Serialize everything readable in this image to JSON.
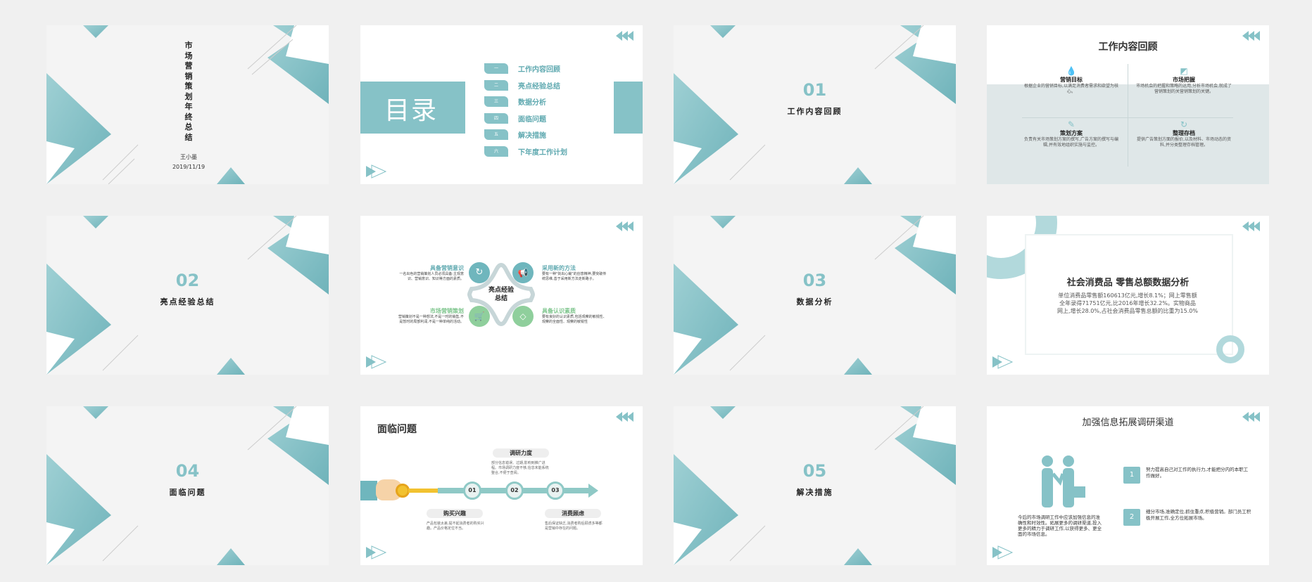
{
  "colors": {
    "accent": "#86c2c7",
    "accent_dark": "#5fa9b0",
    "green": "#8fcf9c",
    "panel": "#dfe7e8",
    "bg": "#f0f0f0"
  },
  "slides": [
    {
      "id": 1,
      "type": "cover",
      "title_chars": [
        "市",
        "场",
        "营",
        "销",
        "策",
        "划",
        "年",
        "终",
        "总",
        "结"
      ],
      "author": "王小墨",
      "date": "2019/11/19"
    },
    {
      "id": 2,
      "type": "toc",
      "heading": "目录",
      "items": [
        {
          "num": "一",
          "label": "工作内容回顾"
        },
        {
          "num": "二",
          "label": "亮点经验总结"
        },
        {
          "num": "三",
          "label": "数据分析"
        },
        {
          "num": "四",
          "label": "面临问题"
        },
        {
          "num": "五",
          "label": "解决措施"
        },
        {
          "num": "六",
          "label": "下年度工作计划"
        }
      ]
    },
    {
      "id": 3,
      "type": "section",
      "number": "01",
      "title": "工作内容回顾"
    },
    {
      "id": 4,
      "type": "content",
      "title": "工作内容回顾",
      "cells": [
        {
          "icon": "drop-icon",
          "title": "营销目标",
          "text": "根据企业的营销目标,以满足消费者需求和欲望为核心。"
        },
        {
          "icon": "chart-icon",
          "title": "市场把握",
          "text": "市场机会的把握和策略的运用,分析市场机会,就成了营销策划的关营销策划的关键。"
        },
        {
          "icon": "brush-icon",
          "title": "策划方案",
          "text": "负责有关市场策划方案的撰写,广告方案的撰写与编辑,并有效地组织实施与监控。"
        },
        {
          "icon": "refresh-icon",
          "title": "整理存档",
          "text": "提供广告策划方面的报价,以及材料、市场动态的资料,并分类整理存档管理。"
        }
      ]
    },
    {
      "id": 5,
      "type": "section",
      "number": "02",
      "title": "亮点经验总结"
    },
    {
      "id": 6,
      "type": "content",
      "center": "亮点经验\n总结",
      "center_l1": "亮点经验",
      "center_l2": "总结",
      "items": [
        {
          "title": "具备营销意识",
          "text": "一名出色的营销策划人员必须具备:主观意识、营销意识、知识等方面的素质。",
          "color": "#6fb6bd",
          "icon": "refresh-icon"
        },
        {
          "title": "采用新的方法",
          "text": "要有一种\"剑出心裁\"的创意精神,要突破传统思维,善于采用新方法走新路子。",
          "color": "#6fb6bd",
          "icon": "megaphone-icon"
        },
        {
          "title": "市场营销策划",
          "text": "营销策划不是一种想法,不是一时的销售,不是暂时的局部利润,不是一种单纯的活动。",
          "color": "#7cc48b",
          "icon": "cart-icon"
        },
        {
          "title": "具备认识素质",
          "text": "要有良好的认识素质,包括观察的敏锐性、观察的全面性、观察的敏锐性",
          "color": "#7cc48b",
          "icon": "diamond-icon"
        }
      ]
    },
    {
      "id": 7,
      "type": "section",
      "number": "03",
      "title": "数据分析"
    },
    {
      "id": 8,
      "type": "content",
      "title": "社会消费品 零售总额数据分析",
      "paragraph": "单位消费品零售额160613亿元,增长8.1%；网上零售额全年录得71751亿元,比2016年增长32.2%。实物商品网上,增长28.0%,占社会消费品零售总额的比重为15.0%"
    },
    {
      "id": 9,
      "type": "section",
      "number": "04",
      "title": "面临问题"
    },
    {
      "id": 10,
      "type": "content",
      "title": "面临问题",
      "steps": [
        {
          "num": "01",
          "label": "购买兴趣",
          "text": "产品包装太差,提不起消费者的购买兴趣。产品价格定位不当。"
        },
        {
          "num": "02",
          "label": "调研力度",
          "text": "部分信息错误、过期,影响到推广进程。市场调研力度不够,信息未能系统整合,不便于查阅。"
        },
        {
          "num": "03",
          "label": "消费顾虑",
          "text": "售后保证缺乏,消费者购后顾虑多等都是营销中存在的问题。"
        }
      ]
    },
    {
      "id": 11,
      "type": "section",
      "number": "05",
      "title": "解决措施"
    },
    {
      "id": 12,
      "type": "content",
      "title": "加强信息拓展调研渠道",
      "left_text": "今后的市场调研工作中应该加强信息的准确性和时效性。拓展更多的调研渠道,投入更多的精力于调研工作,以获得更多、更全面的市场信息。",
      "points": [
        {
          "num": "1",
          "text": "努力提高自己对工作的执行力,才能把分内的本职工作做好。"
        },
        {
          "num": "2",
          "text": "细分市场,准确定位,抓住重点,积极营销。部门员工积极开展工作,全方位拓展市场。"
        }
      ]
    }
  ]
}
